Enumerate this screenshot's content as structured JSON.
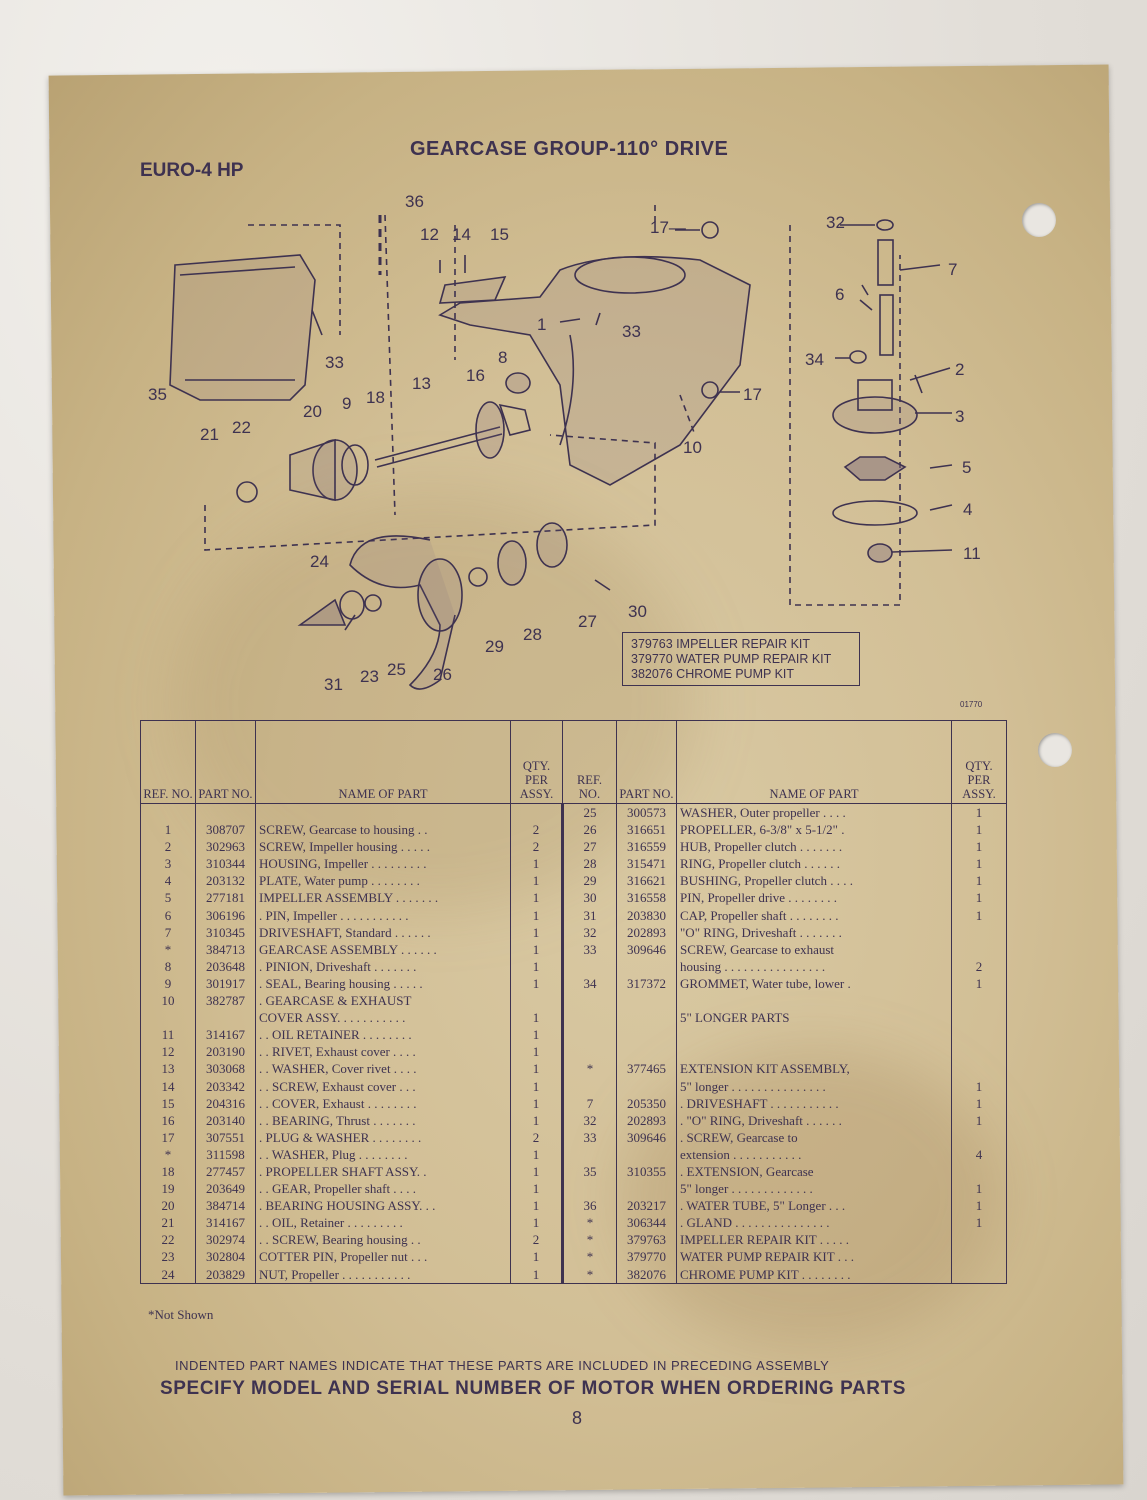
{
  "header": {
    "model": "EURO-4 HP",
    "title": "GEARCASE GROUP-110° DRIVE"
  },
  "diagram": {
    "callouts": [
      "36",
      "12",
      "14",
      "15",
      "17",
      "32",
      "7",
      "6",
      "34",
      "2",
      "33",
      "35",
      "1",
      "33",
      "13",
      "8",
      "16",
      "18",
      "9",
      "20",
      "22",
      "21",
      "17",
      "10",
      "3",
      "5",
      "4",
      "11",
      "24",
      "30",
      "27",
      "28",
      "29",
      "31",
      "23",
      "25",
      "26"
    ],
    "drawing_code": "01770"
  },
  "kits": [
    "379763 IMPELLER REPAIR KIT",
    "379770 WATER PUMP REPAIR KIT",
    "382076 CHROME PUMP KIT"
  ],
  "table": {
    "headers": {
      "ref": "REF. NO.",
      "part": "PART NO.",
      "name": "NAME OF PART",
      "qty": "QTY. PER ASSY."
    },
    "rows": [
      {
        "l": [
          "",
          "",
          "",
          ""
        ],
        "r": [
          "25",
          "300573",
          "WASHER, Outer propeller . . . .",
          "1"
        ]
      },
      {
        "l": [
          "1",
          "308707",
          "SCREW, Gearcase to housing . .",
          "2"
        ],
        "r": [
          "26",
          "316651",
          "PROPELLER, 6-3/8\" x 5-1/2\" .",
          "1"
        ]
      },
      {
        "l": [
          "2",
          "302963",
          "SCREW, Impeller housing . . . . .",
          "2"
        ],
        "r": [
          "27",
          "316559",
          "HUB, Propeller clutch . . . . . . .",
          "1"
        ]
      },
      {
        "l": [
          "3",
          "310344",
          "HOUSING, Impeller . . . . . . . . .",
          "1"
        ],
        "r": [
          "28",
          "315471",
          "RING, Propeller clutch . . . . . .",
          "1"
        ]
      },
      {
        "l": [
          "4",
          "203132",
          "PLATE, Water pump . . . . . . . .",
          "1"
        ],
        "r": [
          "29",
          "316621",
          "BUSHING, Propeller clutch . . . .",
          "1"
        ]
      },
      {
        "l": [
          "5",
          "277181",
          "IMPELLER ASSEMBLY . . . . . . .",
          "1"
        ],
        "r": [
          "30",
          "316558",
          "PIN, Propeller drive . . . . . . . .",
          "1"
        ]
      },
      {
        "l": [
          "6",
          "306196",
          ". PIN, Impeller . . . . . . . . . . .",
          "1"
        ],
        "r": [
          "31",
          "203830",
          "CAP, Propeller shaft . . . . . . . .",
          "1"
        ]
      },
      {
        "l": [
          "7",
          "310345",
          "DRIVESHAFT, Standard . . . . . .",
          "1"
        ],
        "r": [
          "32",
          "202893",
          "\"O\" RING, Driveshaft . . . . . . .",
          ""
        ]
      },
      {
        "l": [
          "*",
          "384713",
          "GEARCASE ASSEMBLY . . . . . .",
          "1"
        ],
        "r": [
          "33",
          "309646",
          "SCREW, Gearcase to exhaust",
          ""
        ]
      },
      {
        "l": [
          "8",
          "203648",
          ". PINION, Driveshaft . . . . . . .",
          "1"
        ],
        "r": [
          "",
          "",
          "housing . . . . . . . . . . . . . . . .",
          "2"
        ]
      },
      {
        "l": [
          "9",
          "301917",
          ". SEAL, Bearing housing . . . . .",
          "1"
        ],
        "r": [
          "34",
          "317372",
          "GROMMET, Water tube, lower .",
          "1"
        ]
      },
      {
        "l": [
          "10",
          "382787",
          ". GEARCASE & EXHAUST",
          ""
        ],
        "r": [
          "",
          "",
          "",
          ""
        ]
      },
      {
        "l": [
          "",
          "",
          "COVER ASSY. . . . . . . . . . .",
          "1"
        ],
        "r": [
          "",
          "",
          "5\" LONGER PARTS",
          ""
        ]
      },
      {
        "l": [
          "11",
          "314167",
          ". . OIL RETAINER . . . . . . . .",
          "1"
        ],
        "r": [
          "",
          "",
          "",
          ""
        ]
      },
      {
        "l": [
          "12",
          "203190",
          ". . RIVET, Exhaust cover . . . .",
          "1"
        ],
        "r": [
          "",
          "",
          "",
          ""
        ]
      },
      {
        "l": [
          "13",
          "303068",
          ". . WASHER, Cover rivet . . . .",
          "1"
        ],
        "r": [
          "*",
          "377465",
          "EXTENSION KIT ASSEMBLY,",
          ""
        ]
      },
      {
        "l": [
          "14",
          "203342",
          ". . SCREW, Exhaust cover . . .",
          "1"
        ],
        "r": [
          "",
          "",
          "5\" longer . . . . . . . . . . . . . . .",
          "1"
        ]
      },
      {
        "l": [
          "15",
          "204316",
          ". . COVER, Exhaust . . . . . . . .",
          "1"
        ],
        "r": [
          "7",
          "205350",
          ". DRIVESHAFT . . . . . . . . . . .",
          "1"
        ]
      },
      {
        "l": [
          "16",
          "203140",
          ". . BEARING, Thrust . . . . . . .",
          "1"
        ],
        "r": [
          "32",
          "202893",
          ". \"O\" RING, Driveshaft . . . . . .",
          "1"
        ]
      },
      {
        "l": [
          "17",
          "307551",
          ". PLUG & WASHER . . . . . . . .",
          "2"
        ],
        "r": [
          "33",
          "309646",
          ". SCREW, Gearcase to",
          ""
        ]
      },
      {
        "l": [
          "*",
          "311598",
          ". . WASHER, Plug . . . . . . . .",
          "1"
        ],
        "r": [
          "",
          "",
          "extension . . . . . . . . . . .",
          "4"
        ]
      },
      {
        "l": [
          "18",
          "277457",
          ". PROPELLER SHAFT ASSY. .",
          "1"
        ],
        "r": [
          "35",
          "310355",
          ". EXTENSION, Gearcase",
          ""
        ]
      },
      {
        "l": [
          "19",
          "203649",
          ". . GEAR, Propeller shaft . . . .",
          "1"
        ],
        "r": [
          "",
          "",
          "5\" longer . . . . . . . . . . . . .",
          "1"
        ]
      },
      {
        "l": [
          "20",
          "384714",
          ". BEARING HOUSING ASSY. . .",
          "1"
        ],
        "r": [
          "36",
          "203217",
          ". WATER TUBE, 5\" Longer . . .",
          "1"
        ]
      },
      {
        "l": [
          "21",
          "314167",
          ". . OIL, Retainer . . . . . . . . .",
          "1"
        ],
        "r": [
          "*",
          "306344",
          ". GLAND . . . . . . . . . . . . . . .",
          "1"
        ]
      },
      {
        "l": [
          "22",
          "302974",
          ". . SCREW, Bearing housing . .",
          "2"
        ],
        "r": [
          "*",
          "379763",
          "IMPELLER REPAIR KIT . . . . .",
          ""
        ]
      },
      {
        "l": [
          "23",
          "302804",
          "COTTER PIN, Propeller nut . . .",
          "1"
        ],
        "r": [
          "*",
          "379770",
          "WATER PUMP REPAIR KIT . . .",
          ""
        ]
      },
      {
        "l": [
          "24",
          "203829",
          "NUT, Propeller . . . . . . . . . . .",
          "1"
        ],
        "r": [
          "*",
          "382076",
          "CHROME PUMP KIT . . . . . . . .",
          ""
        ]
      }
    ]
  },
  "footer": {
    "not_shown": "*Not Shown",
    "indented_note": "INDENTED PART NAMES INDICATE THAT THESE PARTS ARE INCLUDED IN PRECEDING ASSEMBLY",
    "order_note": "SPECIFY MODEL AND SERIAL NUMBER OF MOTOR WHEN ORDERING PARTS",
    "page_number": "8"
  }
}
